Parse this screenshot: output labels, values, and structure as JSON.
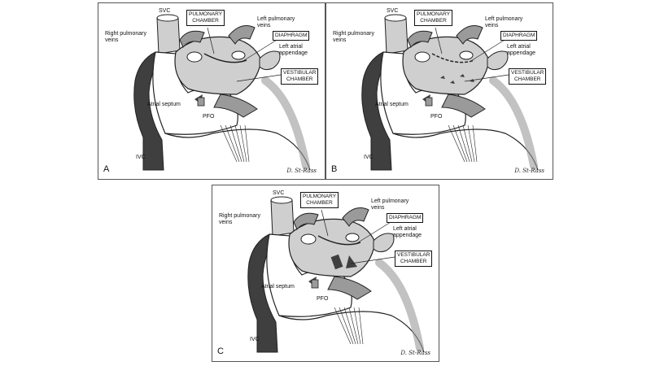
{
  "labels": {
    "svc": "SVC",
    "right_pulmonary_veins": "Right pulmonary\nveins",
    "pulmonary_chamber": "PULMONARY\nCHAMBER",
    "left_pulmonary_veins": "Left pulmonary\nveins",
    "diaphragm": "DIAPHRAGM",
    "left_atrial_appendage": "Left atrial\nappendage",
    "vestibular_chamber": "VESTIBULAR\nCHAMBER",
    "atrial_septum": "Atrial septum",
    "pfo": "PFO",
    "ivc": "IVC",
    "signature": "D. St-Rass"
  },
  "panels": [
    {
      "letter": "A",
      "variant": "intact-diaphragm"
    },
    {
      "letter": "B",
      "variant": "fenestrated-diaphragm"
    },
    {
      "letter": "C",
      "variant": "wide-opening-diaphragm"
    }
  ],
  "colors": {
    "dark_gray": "#3f3f3f",
    "mid_gray": "#9a9a9a",
    "light_gray": "#cfcfcf",
    "outline": "#222222"
  }
}
